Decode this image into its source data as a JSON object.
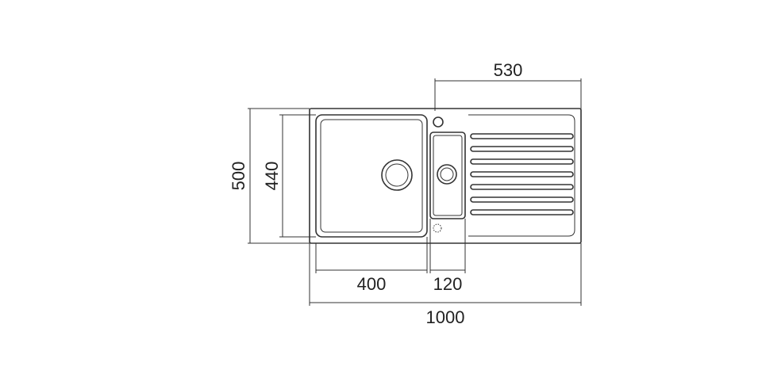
{
  "drawing": {
    "dimensions": {
      "top_width": "530",
      "overall_depth": "500",
      "bowl_depth": "440",
      "bowl_width": "400",
      "small_bowl_width": "120",
      "overall_width": "1000"
    },
    "colors": {
      "line": "#333333",
      "background": "#ffffff"
    }
  }
}
